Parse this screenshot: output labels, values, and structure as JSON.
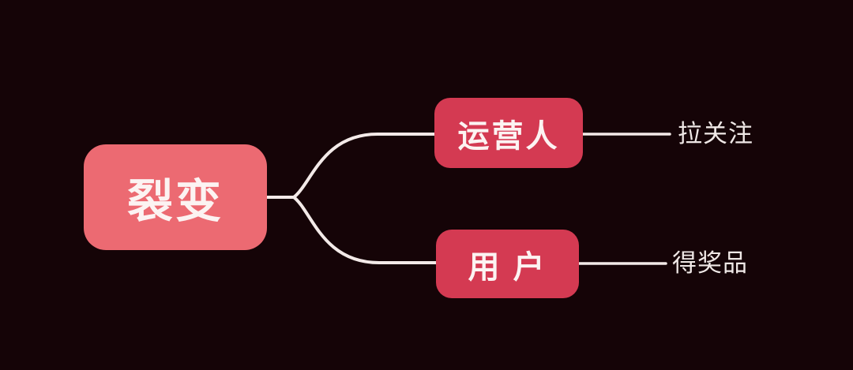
{
  "mindmap": {
    "root": {
      "label": "裂变"
    },
    "branches": [
      {
        "node_label": "运营人",
        "outcome_label": "拉关注"
      },
      {
        "node_label": "用 户",
        "outcome_label": "得奖品"
      }
    ]
  },
  "colors": {
    "background": "#150407",
    "root_fill": "#ec6a72",
    "branch_fill": "#d43a52",
    "node_text": "#fcf3f2",
    "line_color": "#f3eae8",
    "label_text": "#efe8e6"
  }
}
